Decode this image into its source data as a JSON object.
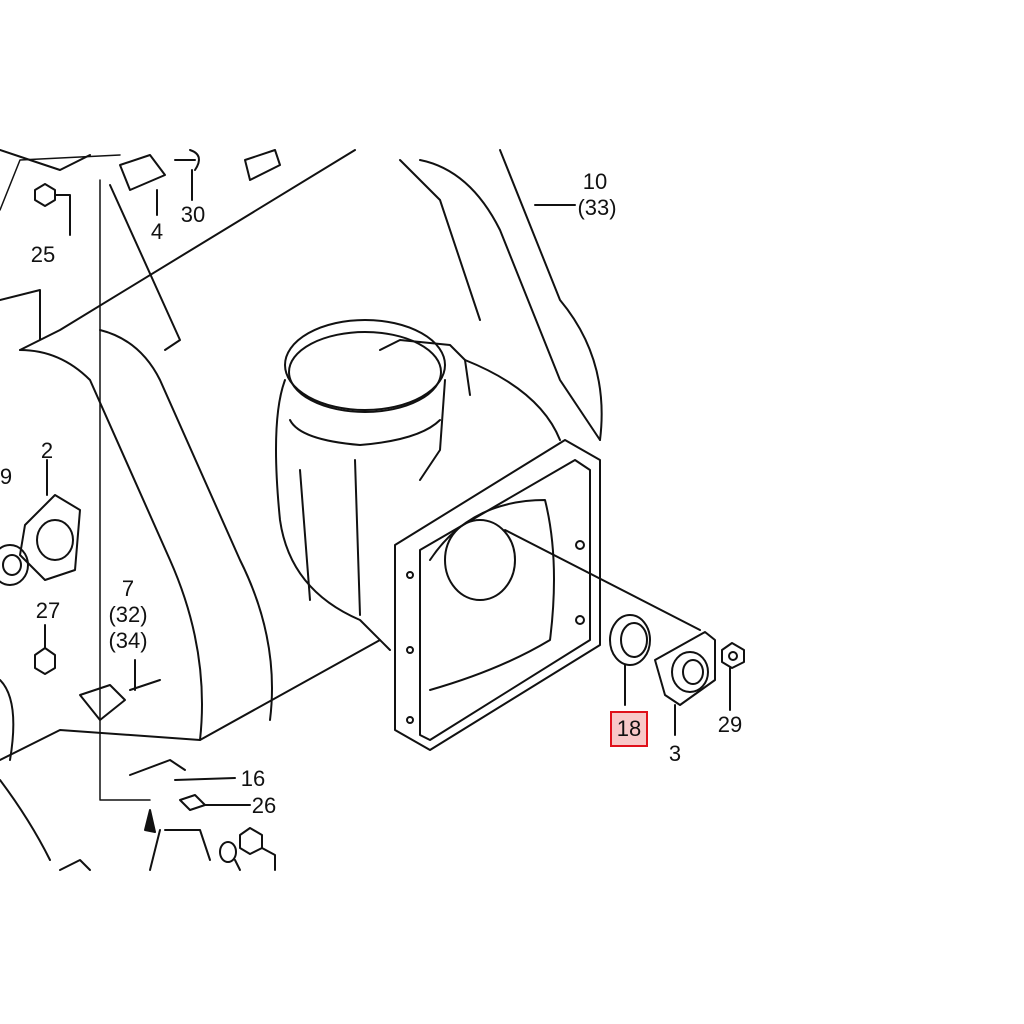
{
  "diagram": {
    "labels": {
      "p10": "10",
      "p33": "(33)",
      "p30": "30",
      "p4": "4",
      "p25": "25",
      "p2": "2",
      "p9": "9",
      "p7": "7",
      "p32": "(32)",
      "p34": "(34)",
      "p27": "27",
      "p16": "16",
      "p26": "26",
      "p3": "3",
      "p29": "29"
    },
    "highlighted_part": "18",
    "highlight_color": "#e0101a",
    "highlight_fill": "#f8c8c8"
  }
}
